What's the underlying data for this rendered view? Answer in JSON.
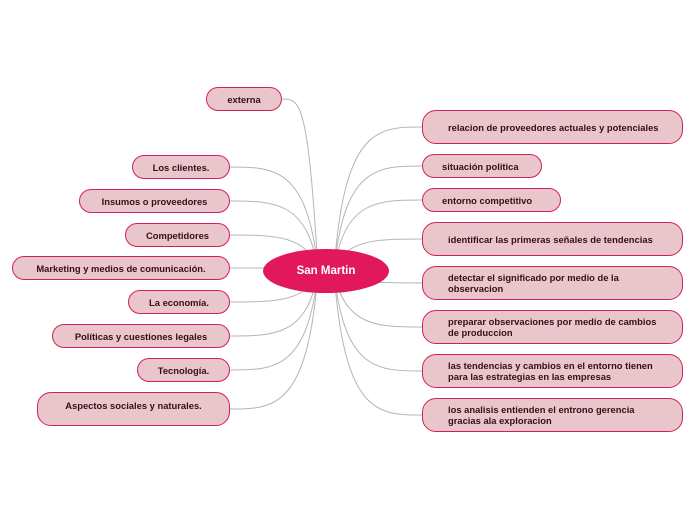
{
  "center": {
    "label": "San Martin"
  },
  "colors": {
    "node_fill": "#e8c6cc",
    "node_border": "#d2215a",
    "center_fill": "#e2185c",
    "link": "#b5b5b5"
  },
  "left_nodes": [
    {
      "label": "externa"
    },
    {
      "label": "Los clientes."
    },
    {
      "label": "Insumos o proveedores"
    },
    {
      "label": "Competidores"
    },
    {
      "label": "Marketing y medios de comunicación."
    },
    {
      "label": "La economía."
    },
    {
      "label": "Políticas y cuestiones legales"
    },
    {
      "label": "Tecnología."
    },
    {
      "label": "Aspectos sociales y naturales."
    }
  ],
  "right_nodes": [
    {
      "label": "relacion de proveedores actuales y potenciales"
    },
    {
      "label": "situación politica"
    },
    {
      "label": "entorno competitivo"
    },
    {
      "label": "identificar las primeras señales de tendencias"
    },
    {
      "label": "detectar el significado por medio de la observacion"
    },
    {
      "label": "preparar observaciones por medio de cambios de produccion"
    },
    {
      "label": "las tendencias y cambios en el entorno tienen para las estrategias en las empresas"
    },
    {
      "label": "los analisis entienden el entrono gerencia gracias ala exploracion"
    }
  ]
}
